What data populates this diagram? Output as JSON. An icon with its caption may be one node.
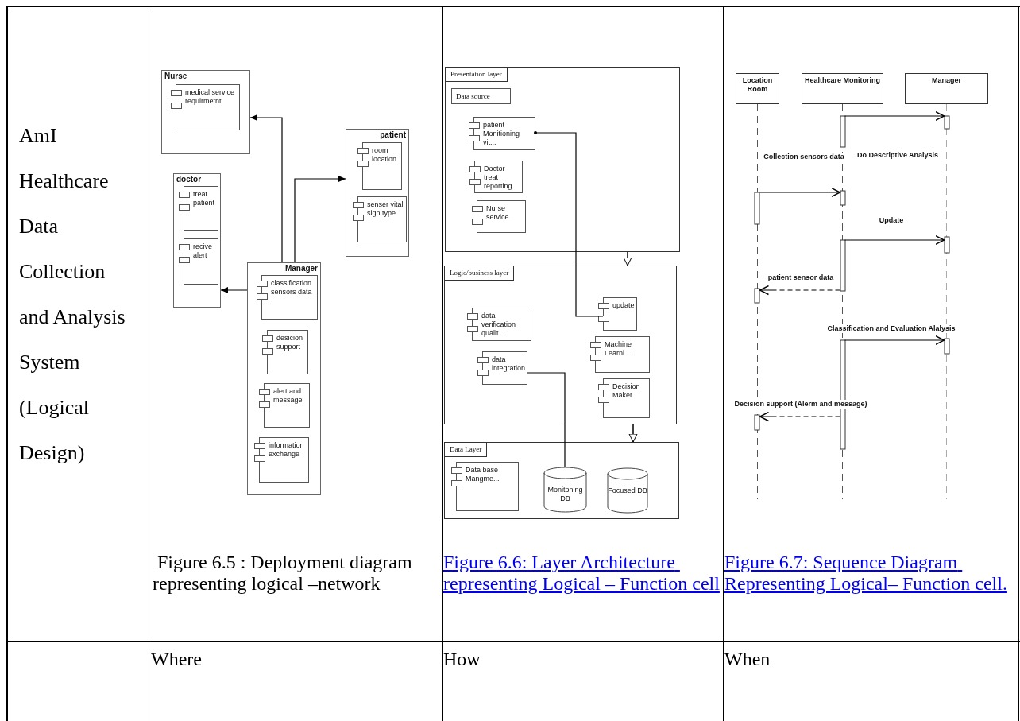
{
  "diagram": {
    "nodes": [
      {
        "text": [
          "Nurse"
        ]
      },
      {
        "text": [
          "medical service requirmetnt"
        ],
        "in": 0
      },
      {
        "text": [
          "patient"
        ]
      },
      {
        "text": [
          "room location"
        ],
        "in": 2
      },
      {
        "text": [
          "senser vital sign type"
        ],
        "in": 2
      },
      {
        "text": [
          "doctor"
        ]
      },
      {
        "text": [
          "treat patient"
        ],
        "in": 5
      },
      {
        "text": [
          "recive alert"
        ],
        "in": 5
      },
      {
        "text": [
          "Manager"
        ]
      },
      {
        "text": [
          "classification sensors data"
        ],
        "in": 8
      },
      {
        "text": [
          "desicion support"
        ],
        "in": 8
      },
      {
        "text": [
          "alert and message"
        ],
        "in": 8
      },
      {
        "text": [
          "information exchange"
        ],
        "in": 8
      },
      {
        "text": [
          "Presentation layer"
        ]
      },
      {
        "text": [
          "Data source"
        ],
        "in": 13
      },
      {
        "text": [
          "patient Monitioning vit..."
        ],
        "in": 13
      },
      {
        "text": [
          "Doctor treat reporting"
        ],
        "in": 13
      },
      {
        "text": [
          "Nurse service"
        ],
        "in": 13
      },
      {
        "text": [
          "Logic/business layer"
        ]
      },
      {
        "text": [
          "data verification qualit..."
        ],
        "in": 18
      },
      {
        "text": [
          "data integration"
        ],
        "in": 18
      },
      {
        "text": [
          "update"
        ],
        "in": 18
      },
      {
        "text": [
          "Machine Learni..."
        ],
        "in": 18
      },
      {
        "text": [
          "Decision Maker"
        ],
        "in": 18
      },
      {
        "text": [
          "Data Layer"
        ]
      },
      {
        "text": [
          "Data base Mangme..."
        ],
        "in": 24
      },
      {
        "text": [
          "Monitoning DB"
        ],
        "in": 24
      },
      {
        "text": [
          "Focused DB"
        ],
        "in": 24
      },
      {
        "text": [
          "Location Room"
        ]
      },
      {
        "text": [
          "Healthcare Monitoring"
        ]
      },
      {
        "text": [
          "Manager"
        ]
      }
    ],
    "edges": [
      {
        "from": 8,
        "to": 0,
        "arrow": "to"
      },
      {
        "from": 8,
        "to": 2,
        "arrow": "to"
      },
      {
        "from": 8,
        "to": 5,
        "arrow": "to"
      },
      {
        "from": 13,
        "to": 18,
        "arrow": "to"
      },
      {
        "from": 18,
        "to": 24,
        "arrow": "to"
      },
      {
        "from": 15,
        "to": 21,
        "arrow": "other"
      },
      {
        "from": 20,
        "to": 26,
        "arrow": "none"
      },
      {
        "from": 29,
        "to": 30,
        "arrow": "to",
        "label": "Do Descriptive Analysis"
      },
      {
        "from": 28,
        "to": 29,
        "arrow": "to",
        "label": "Collection sensors data"
      },
      {
        "from": 29,
        "to": 30,
        "arrow": "to",
        "label": "Update"
      },
      {
        "from": 29,
        "to": 28,
        "arrow": "to",
        "label": "patient sensor data",
        "style": "dashed"
      },
      {
        "from": 29,
        "to": 30,
        "arrow": "to",
        "label": "Classification and Evaluation Alalysis"
      },
      {
        "from": 29,
        "to": 28,
        "arrow": "to",
        "label": "Decision support (Alerm and message)",
        "style": "dashed"
      }
    ],
    "labels": [
      "AmI Healthcare Data Collection and Analysis System (Logical Design)",
      " Figure 6.5 : Deployment diagram representing logical –network",
      "Figure 6.6: Layer Architecture representing Logical – Function cell",
      "Figure 6.7: Sequence Diagram Representing Logical– Function cell.",
      "Where",
      "How",
      "When"
    ]
  }
}
